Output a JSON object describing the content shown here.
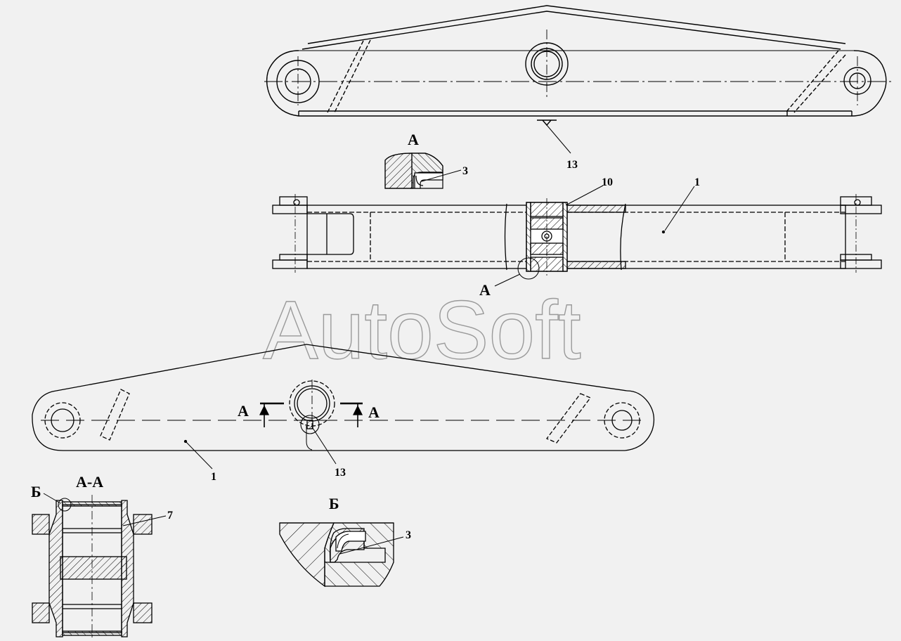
{
  "watermark": "AutoSoft",
  "callouts": {
    "part_13_top": "13",
    "part_3_detail_a": "3",
    "part_10": "10",
    "part_1_plan": "1",
    "part_1_side": "1",
    "part_13_side": "13",
    "part_7": "7",
    "part_3_detail_b": "3"
  },
  "view_labels": {
    "detail_a_title": "А",
    "detail_a_marker": "А",
    "section_left": "А",
    "section_right": "А",
    "section_aa_title": "А-А",
    "detail_b_marker": "Б",
    "detail_b_title": "Б"
  },
  "colors": {
    "line": "#000000",
    "background": "#f1f1f1",
    "watermark": "#9a9a9a"
  }
}
